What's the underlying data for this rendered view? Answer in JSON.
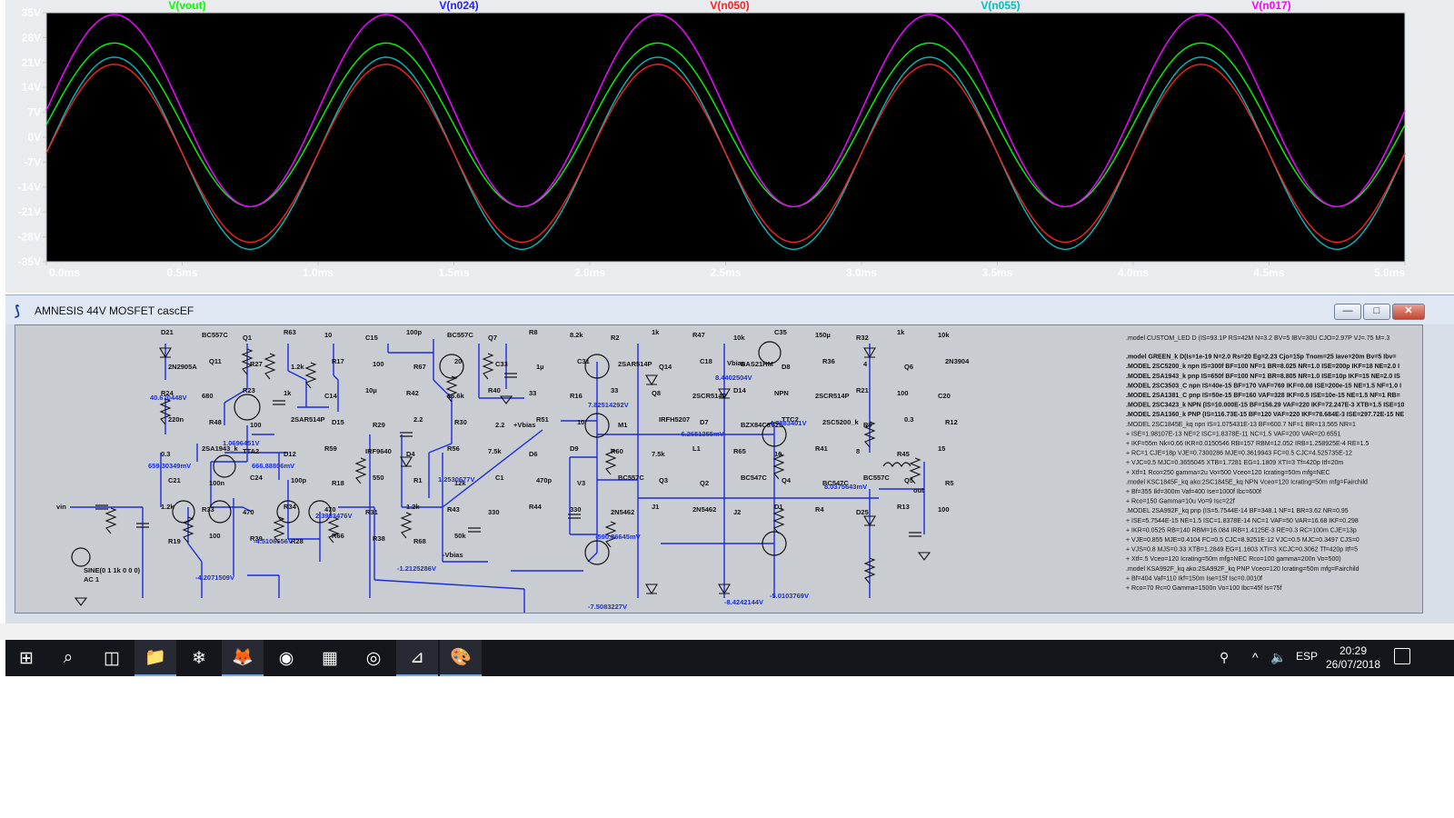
{
  "wave_plot": {
    "traces": [
      {
        "name": "V(vout)",
        "color": "#00ff00",
        "amplitude": 23,
        "offset": 3.5
      },
      {
        "name": "V(n024)",
        "color": "#2222ff",
        "amplitude": 27,
        "offset": 7.5
      },
      {
        "name": "V(n050)",
        "color": "#ff2020",
        "amplitude": 25,
        "offset": -4.5
      },
      {
        "name": "V(n055)",
        "color": "#00bfbf",
        "amplitude": 27,
        "offset": -4.5
      },
      {
        "name": "V(n017)",
        "color": "#ff00ff",
        "amplitude": 27,
        "offset": 7.5
      }
    ],
    "period_ms": 1.0,
    "phase_peak_ms": 0.25,
    "y_min": -35,
    "y_max": 35,
    "y_ticks": [
      "35V",
      "28V",
      "21V",
      "14V",
      "7V",
      "0V",
      "-7V",
      "-14V",
      "-21V",
      "-28V",
      "-35V"
    ],
    "x_ticks": [
      "0.0ms",
      "0.5ms",
      "1.0ms",
      "1.5ms",
      "2.0ms",
      "2.5ms",
      "3.0ms",
      "3.5ms",
      "4.0ms",
      "4.5ms",
      "5.0ms"
    ]
  },
  "schematic_window": {
    "title": "AMNESIS 44V MOSFET cascEF",
    "buttons": {
      "minimize": "—",
      "maximize": "□",
      "close": "✕"
    },
    "components": [
      "D21",
      "BC557C",
      "Q1",
      "R63",
      "10",
      "C15",
      "100p",
      "BC557C",
      "Q7",
      "R8",
      "8.2k",
      "R2",
      "1k",
      "R47",
      "10k",
      "C35",
      "150µ",
      "R32",
      "1k",
      "10k",
      "2N2905A",
      "Q11",
      "R27",
      "1.2k",
      "R17",
      "100",
      "R67",
      "20",
      "C33",
      "1µ",
      "C31",
      "2SAR514P",
      "Q14",
      "C18",
      "BAS21HM",
      "D8",
      "R36",
      "4",
      "Q6",
      "2N3904",
      "R24",
      "680",
      "R23",
      "1k",
      "C14",
      "10µ",
      "R42",
      "16.6k",
      "R40",
      "33",
      "R16",
      "33",
      "Q8",
      "2SCR514P",
      "D14",
      "NPN",
      "2SCR514P",
      "R21",
      "100",
      "C20",
      "220n",
      "R48",
      "100",
      "2SAR514P",
      "D15",
      "R29",
      "2.2",
      "R30",
      "2.2",
      "R51",
      "10",
      "M1",
      "IRFH5207",
      "D7",
      "BZX84C8V2L",
      "TTC2",
      "2SC5200_k",
      "R9",
      "0.3",
      "R12",
      "0.3",
      "2SA1943_k",
      "TTA2",
      "D12",
      "R59",
      "IRF9640",
      "D4",
      "R56",
      "7.5k",
      "D6",
      "D9",
      "R60",
      "7.5k",
      "L1",
      "R65",
      "10",
      "R41",
      "8",
      "R45",
      "15",
      "C21",
      "100n",
      "C24",
      "100p",
      "R18",
      "550",
      "R1",
      "12k",
      "C1",
      "470p",
      "V3",
      "BC557C",
      "Q3",
      "Q2",
      "BC547C",
      "Q4",
      "BC547C",
      "BC557C",
      "Q5",
      "R5",
      "1.2k",
      "R33",
      "470",
      "R34",
      "470",
      "R31",
      "1.2k",
      "R43",
      "330",
      "R44",
      "330",
      "2N5462",
      "J1",
      "2N5462",
      "J2",
      "D1",
      "R4",
      "D25",
      "R13",
      "100",
      "R19",
      "100",
      "R39",
      "R28",
      "R66",
      "R38",
      "R68",
      "50k"
    ],
    "node_voltages": [
      "40.670448V",
      "1.0696451V",
      "659.30349mV",
      "666.88806mV",
      "-4.2071509V",
      "-4.5106656V",
      "2.3983476V",
      "1.2530677V",
      "-1.2125286V",
      "-590.86645mV",
      "-7.5083227V",
      "7.82514292V",
      "8.4402504V",
      "4.7883401V",
      "-5.0103769V",
      "-6.2651355mV",
      "-8.4242144V",
      "8.0375643mV"
    ],
    "net_labels": [
      "vin",
      "out",
      "+Vbias",
      "-Vbias",
      "Vbias",
      "AC 1",
      "SINE(0 1 1k 0 0 0)"
    ],
    "spice_models": [
      ".model CUSTOM_LED D (IS=93.1P RS=42M N=3.2 BV=5 IBV=30U CJO=2.97P VJ=.75 M=.3",
      ".model GREEN_k D(Is=1e-19 N=2.0 Rs=20 Eg=2.23 Cjo=15p Tnom=25 Iave=20m Bv=5 Ibv=",
      ".MODEL 2SC5200_k npn IS=300f BF=100 NF=1 BR=8.025 NR=1.0 ISE=200p IKF=18 NE=2.0 I",
      ".MODEL 2SA1943_k pnp IS=650f BF=100 NF=1 BR=8.805 NR=1.0 ISE=10p IKF=15 NE=2.0 IS",
      ".MODEL 2SC3503_C npn IS=40e-15 BF=170 VAF=769 IKF=0.08 ISE=200e-15 NE=1.5 NF=1.0 I",
      ".MODEL 2SA1381_C pnp IS=50e-15 BF=160 VAF=328 IKF=0.5 ISE=10e-15 NE=1.5 NF=1 RB=",
      ".MODEL 2SC3423_k NPN (IS=10.000E-15 BF=156.29 VAF=220 IKF=72.247E-3 XTB=1.5 ISE=10",
      ".MODEL 2SA1360_k PNP (IS=116.73E-15 BF=120 VAF=220 IKF=78.684E-3 ISE=297.72E-15 NE",
      ".MODEL 2SC1845E_kq npn IS=1.075431E-13 BF=600.7 NF=1 BR=13.565 NR=1",
      "+ ISE=1.98107E-13 NE=2 ISC=1.8378E-11 NC=1.5 VAF=200 VAR=20.6551",
      "+ IKF=55m Nk=0.66 IKR=0.0150546 RB=157 RBM=12.052 IRB=1.258925E-4 RE=1.5",
      "+ RC=1 CJE=18p VJE=0.7300286 MJE=0.3619943 FC=0.5 CJC=4.525735E-12",
      "+ VJC=0.5 MJC=0.3655045 XTB=1.7281 EG=1.1809 XTI=3 Tf=420p Itf=20m",
      "+ Xtf=1 Rco=250 gamma=2u Vo=500 Vceo=120 Icrating=50m mfg=NEC",
      ".model KSC1845F_kq ako:2SC1845E_kq NPN Vceo=120 Icrating=50m mfg=Fairchild",
      "+ Bf=355 Ikf=300m Vaf=400 Ise=1000f Ibc=600f",
      "+ Rco=150 Gamma=10u Vo=9 Isc=22f",
      ".MODEL 2SA992F_kq pnp (IS=5.7544E-14 BF=348.1 NF=1 BR=3.62 NR=0.95",
      "+ ISE=5.7544E-15 NE=1.5 ISC=1.8378E-14 NC=1 VAF=50 VAR=16.68 IKF=0.298",
      "+ IKR=0.0525 RB=140 RBM=16.084 IRB=1.4125E-3 RE=0.3 RC=100m CJE=13p",
      "+ VJE=0.855 MJE=0.4104 FC=0.5 CJC=8.9251E-12 VJC=0.5 MJC=0.3497 CJS=0",
      "+ VJS=0.8 MJS=0.33 XTB=1.2849 EG=1.1603 XTI=3 XCJC=0.3062 Tf=420p Itf=5",
      "+ Xtf=.5 Vceo=120 Icrating=50m mfg=NEC Rco=100 gamma=200n Vo=500)",
      ".model KSA992F_kq ako:2SA992F_kq PNP Vceo=120 Icrating=50m mfg=Fairchild",
      "+ Bf=404 Vaf=110 Ikf=150m Ise=15f Isc=0.0010f",
      "+ Rco=70 Rc=0 Gamma=1500n Vo=100 Ibc=45f Is=75f"
    ]
  },
  "taskbar": {
    "apps": [
      {
        "name": "start-button",
        "glyph": "⊞"
      },
      {
        "name": "search-button",
        "glyph": "⌕"
      },
      {
        "name": "task-view-button",
        "glyph": "◫"
      },
      {
        "name": "file-explorer",
        "glyph": "📁"
      },
      {
        "name": "wolf-app",
        "glyph": "❄"
      },
      {
        "name": "firefox",
        "glyph": "🦊"
      },
      {
        "name": "chrome",
        "glyph": "◉"
      },
      {
        "name": "calculator",
        "glyph": "▦"
      },
      {
        "name": "chromium",
        "glyph": "◎"
      },
      {
        "name": "ltspice",
        "glyph": "⊿"
      },
      {
        "name": "paint",
        "glyph": "🎨"
      }
    ],
    "tray": {
      "people_icon": "⚲",
      "chevron": "^",
      "volume": "🔈",
      "language": "ESP"
    },
    "clock": {
      "time": "20:29",
      "date": "26/07/2018"
    },
    "colors": {
      "accent": "#6aa9ea",
      "background": "#15161b"
    }
  }
}
